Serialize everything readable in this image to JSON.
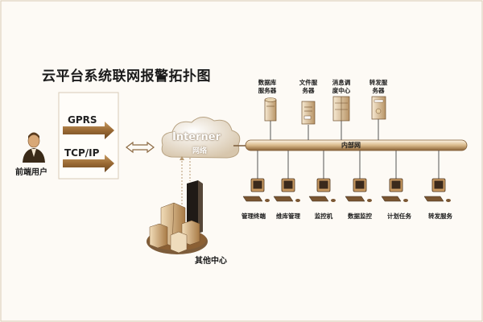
{
  "title": "云平台系统联网报警拓扑图",
  "protocols": [
    "GPRS",
    "TCP/IP"
  ],
  "user_label": "前端用户",
  "cloud": {
    "line1": "Interner",
    "line2": "网络"
  },
  "bus_label": "内部网",
  "servers": [
    {
      "line1": "数据库",
      "line2": "服务器"
    },
    {
      "line1": "文件服",
      "line2": "务器"
    },
    {
      "line1": "消息调",
      "line2": "度中心"
    },
    {
      "line1": "转发服",
      "line2": "务器"
    }
  ],
  "clients": [
    "管理终端",
    "维库管理",
    "监控机",
    "数据监控",
    "计划任务",
    "转发服务"
  ],
  "other_center": "其他中心"
}
